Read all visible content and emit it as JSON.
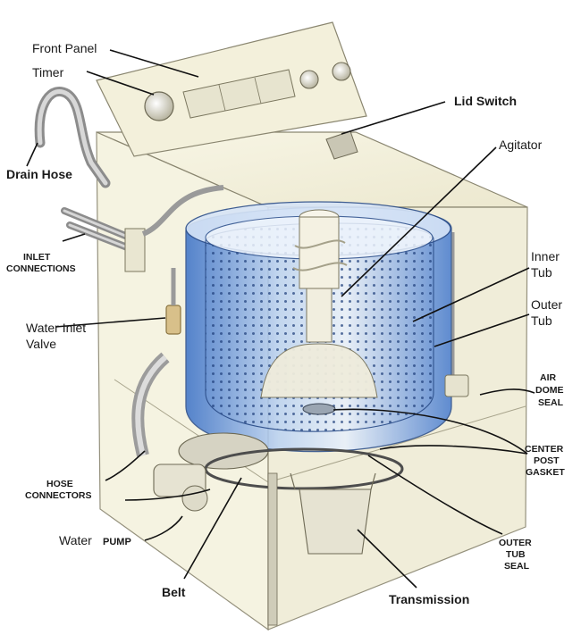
{
  "labels": {
    "front_panel": "Front Panel",
    "timer": "Timer",
    "lid_switch": "Lid Switch",
    "drain_hose": "Drain Hose",
    "agitator": "Agitator",
    "inlet_connections_1": "INLET",
    "inlet_connections_2": "CONNECTIONS",
    "inner_tub_1": "Inner",
    "inner_tub_2": "Tub",
    "water_inlet_valve_1": "Water Inlet",
    "water_inlet_valve_2": "Valve",
    "outer_tub_1": "Outer",
    "outer_tub_2": "Tub",
    "air_dome_seal_1": "AIR",
    "air_dome_seal_2": "DOME",
    "air_dome_seal_3": "SEAL",
    "center_post_gasket_1": "CENTER",
    "center_post_gasket_2": "POST",
    "center_post_gasket_3": "GASKET",
    "hose_connectors_1": "HOSE",
    "hose_connectors_2": "CONNECTORS",
    "water_pump_1": "Water",
    "water_pump_2": "PUMP",
    "outer_tub_seal_1": "OUTER",
    "outer_tub_seal_2": "TUB",
    "outer_tub_seal_3": "SEAL",
    "belt": "Belt",
    "transmission": "Transmission"
  },
  "colors": {
    "cabinet": "#f4f1dc",
    "cabinet_edge": "#8a8670",
    "tub_blue": "#5d8ed6",
    "tub_light": "#cfe0f5",
    "agitator": "#f2efe0",
    "leader": "#111111"
  }
}
